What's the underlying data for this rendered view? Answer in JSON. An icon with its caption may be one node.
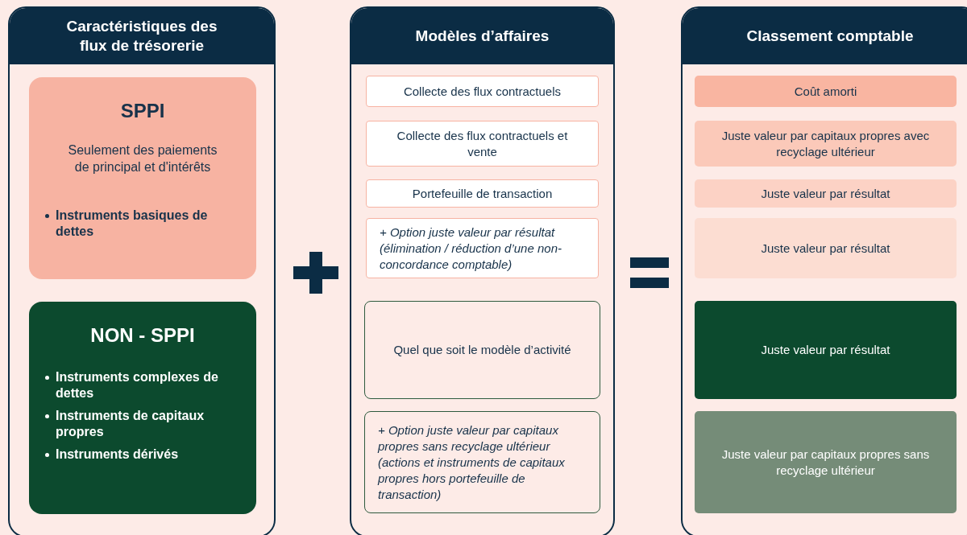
{
  "diagram": {
    "nodes": [
      {
        "text": [
          "Caractéristiques des flux de trésorerie"
        ]
      },
      {
        "text": [
          "SPPI",
          "Seulement des paiements de principal et d'intérêts",
          "Instruments basiques de dettes"
        ],
        "in": 0
      },
      {
        "text": [
          "NON - SPPI",
          "Instruments complexes de dettes",
          "Instruments de capitaux propres",
          "Instruments dérivés"
        ],
        "in": 0
      },
      {
        "text": [
          "Modèles d’affaires"
        ]
      },
      {
        "text": [
          "Collecte des flux contractuels"
        ],
        "in": 3
      },
      {
        "text": [
          "Collecte des flux contractuels et vente"
        ],
        "in": 3
      },
      {
        "text": [
          "Portefeuille de transaction"
        ],
        "in": 3
      },
      {
        "text": [
          "+ Option juste valeur par résultat (élimination / réduction d’une non-concordance comptable)"
        ],
        "in": 3
      },
      {
        "text": [
          "Quel que soit le modèle d’activité"
        ],
        "in": 3
      },
      {
        "text": [
          "+ Option juste valeur par capitaux propres sans recyclage ultérieur (actions et instruments de capitaux propres hors portefeuille de transaction)"
        ],
        "in": 3
      },
      {
        "text": [
          "Classement comptable"
        ]
      },
      {
        "text": [
          "Coût amorti"
        ],
        "in": 10
      },
      {
        "text": [
          "Juste valeur par capitaux propres avec recyclage ultérieur"
        ],
        "in": 10
      },
      {
        "text": [
          "Juste valeur par résultat"
        ],
        "in": 10
      },
      {
        "text": [
          "Juste valeur par résultat"
        ],
        "in": 10
      },
      {
        "text": [
          "Juste valeur par résultat"
        ],
        "in": 10
      },
      {
        "text": [
          "Juste valeur par capitaux propres sans recyclage ultérieur"
        ],
        "in": 10
      }
    ]
  }
}
